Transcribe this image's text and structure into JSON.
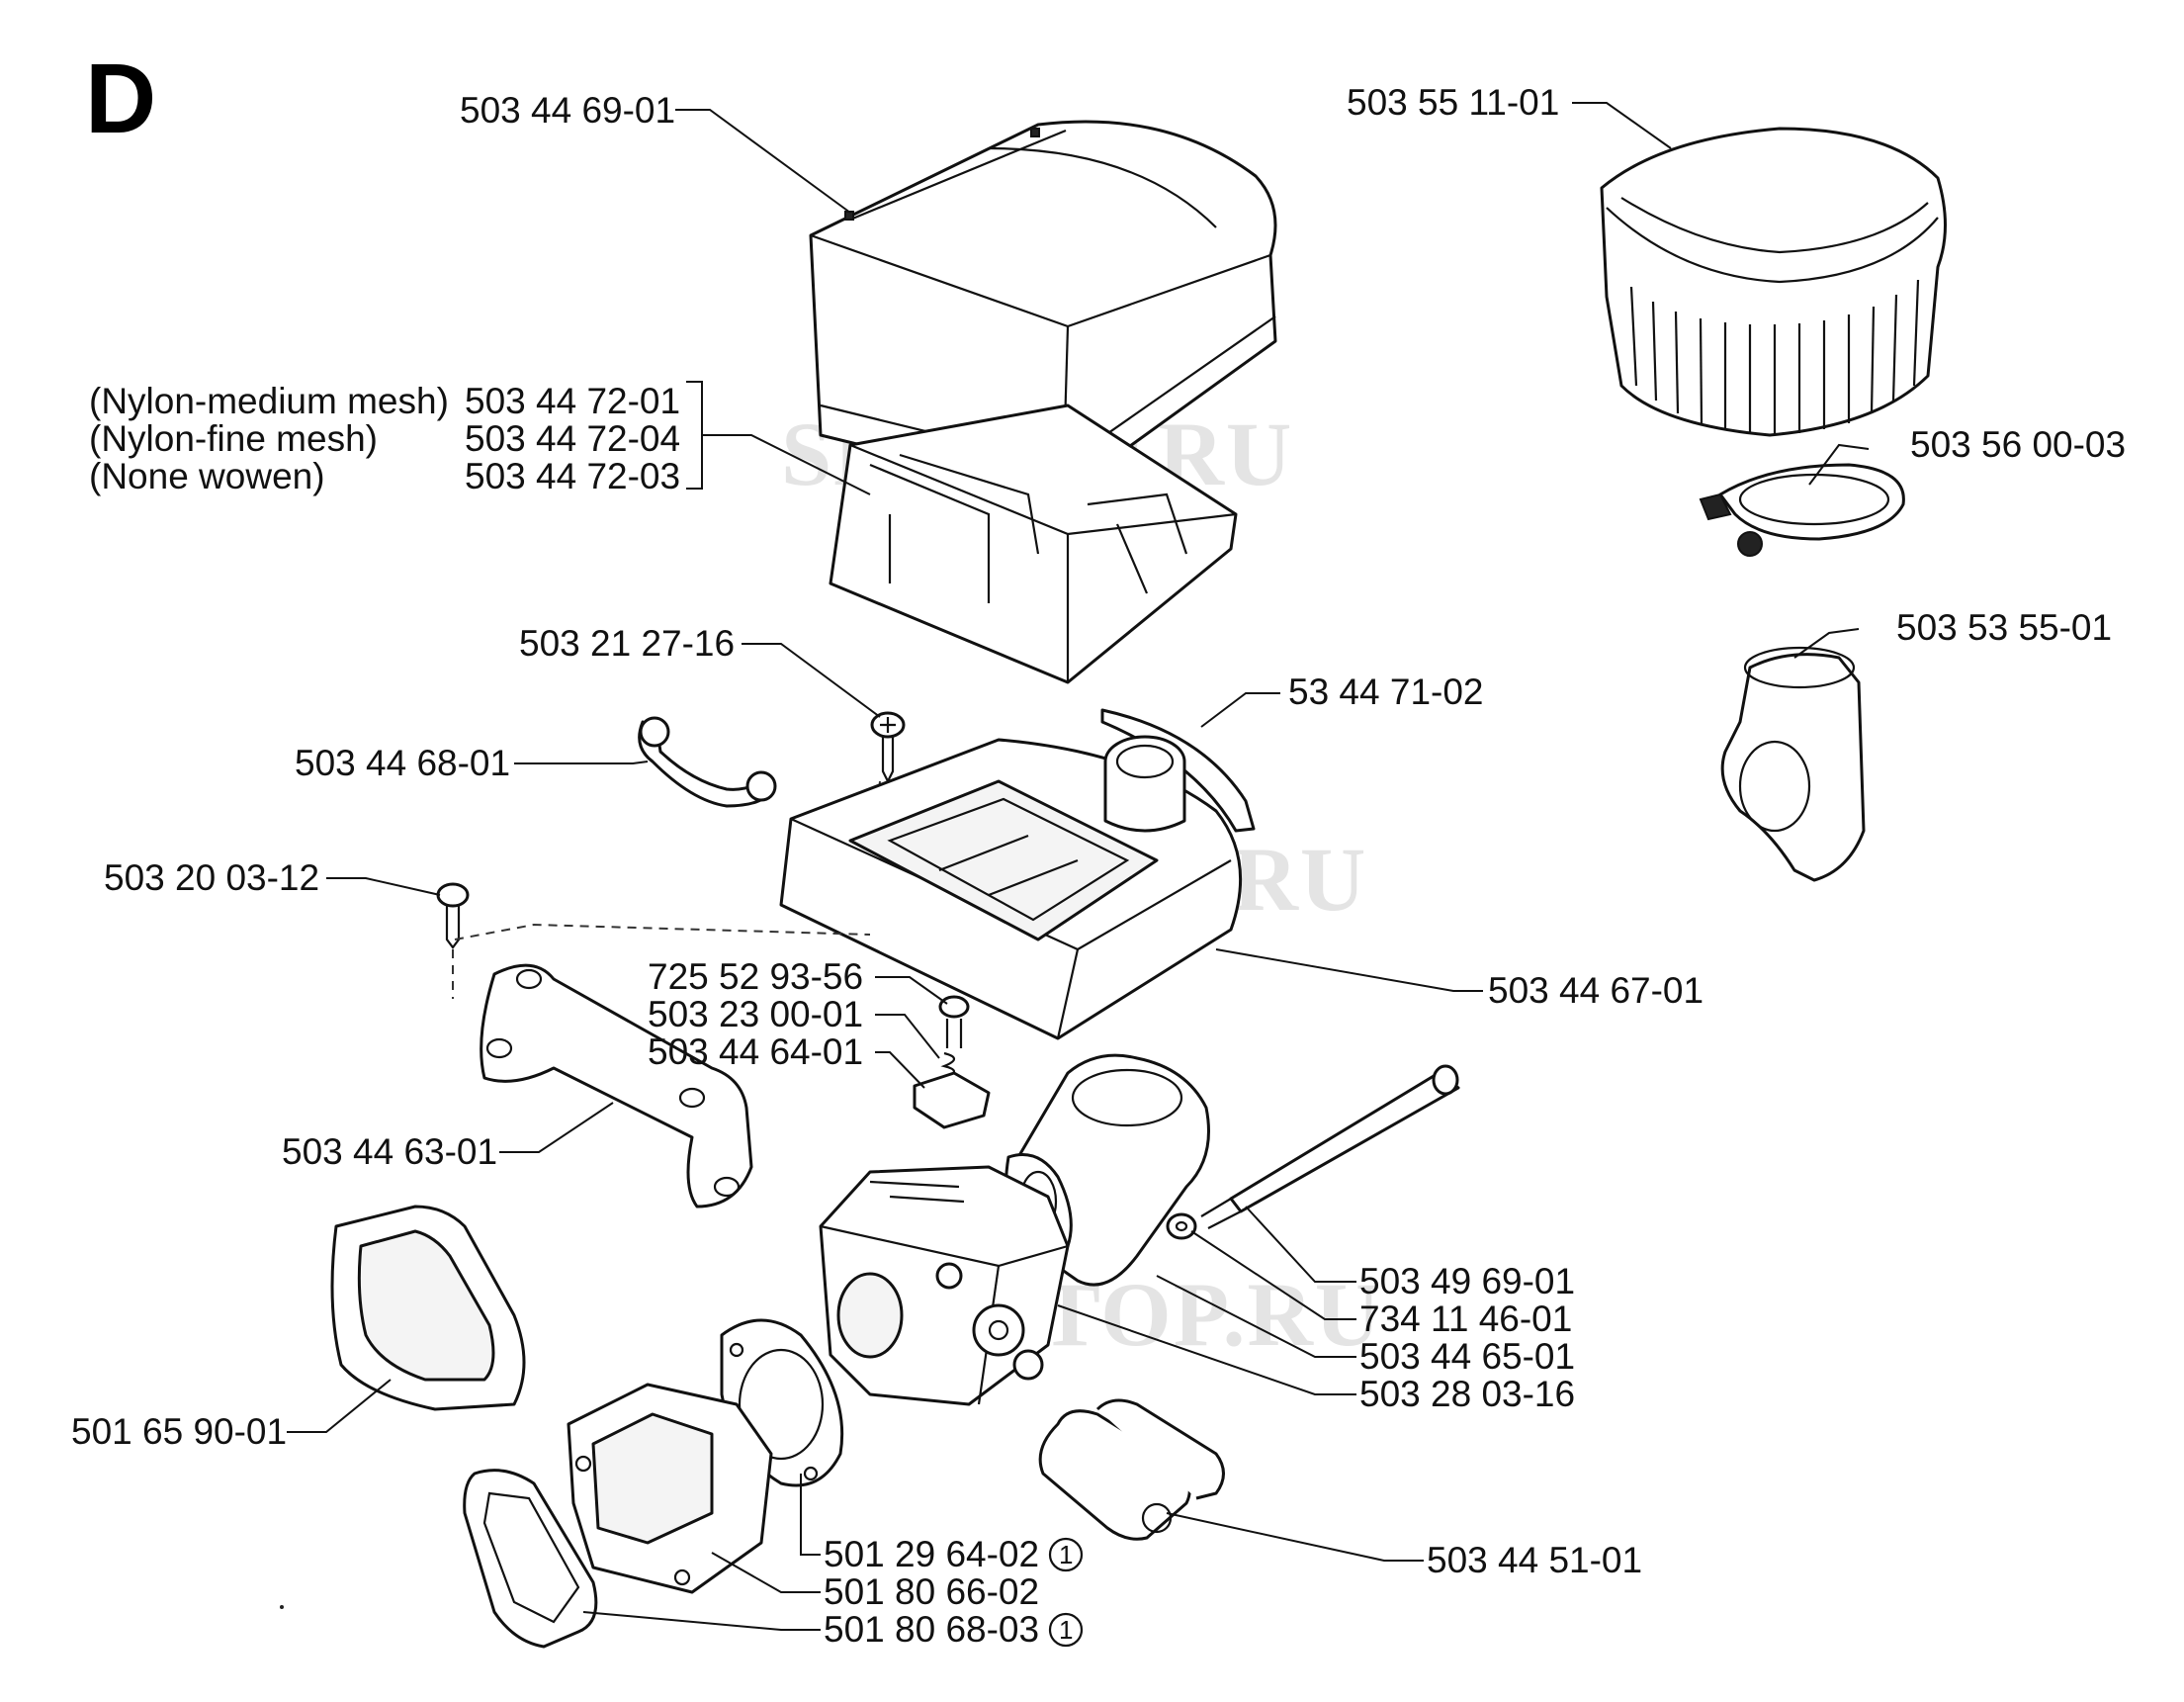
{
  "section_letter": "D",
  "watermark": "SELTOP.RU",
  "labels": {
    "cover": "503 44 69-01",
    "air_filter_round": "503 55 11-01",
    "filter_nylon_medium_desc": "(Nylon-medium mesh)",
    "filter_nylon_medium_part": "503 44 72-01",
    "filter_nylon_fine_desc": "(Nylon-fine mesh)",
    "filter_nylon_fine_part": "503 44 72-04",
    "filter_none_woven_desc": "(None wowen)",
    "filter_none_woven_part": "503 44 72-03",
    "hose_clamp": "503 56 00-03",
    "elbow_adapter": "503 53 55-01",
    "screw_filter": "503 21 27-16",
    "seal_strip": "53 44 71-02",
    "spring_clip": "503 44 68-01",
    "screw_bracket": "503 20 03-12",
    "filter_holder": "503 44 67-01",
    "screw_small": "725 52 93-56",
    "spring": "503 23 00-01",
    "clamp_small": "503 44 64-01",
    "bracket": "503 44 63-01",
    "long_bolt": "503 49 69-01",
    "washer": "734 11 46-01",
    "intake_elbow": "503 44 65-01",
    "carburetor": "503 28 03-16",
    "intake_rubber": "501 65 90-01",
    "gasket_round": "501 29 64-02",
    "gasket_round_note": "1",
    "intake_manifold": "501 80 66-02",
    "gasket_flat": "501 80 68-03",
    "gasket_flat_note": "1",
    "fuel_fittings": "503 44 51-01"
  }
}
